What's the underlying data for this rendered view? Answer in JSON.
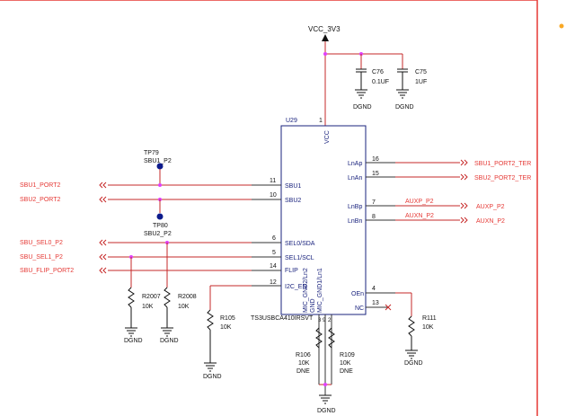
{
  "chip": {
    "ref": "U29",
    "part": "TS3USBCA410IRSVT",
    "vcc_label": "VCC",
    "vcc_pin": "1",
    "left_pins": [
      {
        "label": "SBU1",
        "num": "11"
      },
      {
        "label": "SBU2",
        "num": "10"
      },
      {
        "label": "SEL0/SDA",
        "num": "6"
      },
      {
        "label": "SEL1/SCL",
        "num": "5"
      },
      {
        "label": "FLIP",
        "num": "14"
      },
      {
        "label": "I2C_EN",
        "num": "12"
      }
    ],
    "right_pins": [
      {
        "label": "LnAp",
        "num": "16"
      },
      {
        "label": "LnAn",
        "num": "15"
      },
      {
        "label": "LnBp",
        "num": "7"
      },
      {
        "label": "LnBn",
        "num": "8"
      },
      {
        "label": "OEn",
        "num": "4"
      },
      {
        "label": "NC",
        "num": "13"
      }
    ],
    "bottom_pins": [
      {
        "label": "MIC_GND2/Ln2",
        "num": "3"
      },
      {
        "label": "GND",
        "num": "9"
      },
      {
        "label": "MIC_GND1/Ln1",
        "num": "2"
      }
    ]
  },
  "power": {
    "rail": "VCC_3V3",
    "caps": [
      {
        "ref": "C76",
        "value": "0.1UF",
        "gnd": "DGND"
      },
      {
        "ref": "C75",
        "value": "1UF",
        "gnd": "DGND"
      }
    ]
  },
  "nets": {
    "left": [
      "SBU1_PORT2",
      "SBU2_PORT2",
      "SBU_SEL0_P2",
      "SBU_SEL1_P2",
      "SBU_FLIP_PORT2"
    ],
    "right_ports": [
      "SBU1_PORT2_TER",
      "SBU2_PORT2_TER",
      "AUXP_P2",
      "AUXN_P2"
    ],
    "right_wire_labels": [
      "AUXP_P2",
      "AUXN_P2"
    ]
  },
  "testpoints": [
    {
      "ref": "TP79",
      "net": "SBU1_P2"
    },
    {
      "ref": "TP80",
      "net": "SBU2_P2"
    }
  ],
  "resistors": [
    {
      "ref": "R2007",
      "value": "10K",
      "gnd": "DGND"
    },
    {
      "ref": "R2008",
      "value": "10K",
      "gnd": "DGND"
    },
    {
      "ref": "R105",
      "value": "10K",
      "gnd": "DGND"
    },
    {
      "ref": "R106",
      "value": "10K",
      "note": "DNE"
    },
    {
      "ref": "R109",
      "value": "10K",
      "note": "DNE"
    },
    {
      "ref": "R111",
      "value": "10K",
      "gnd": "DGND"
    }
  ],
  "bottom_gnd": "DGND"
}
